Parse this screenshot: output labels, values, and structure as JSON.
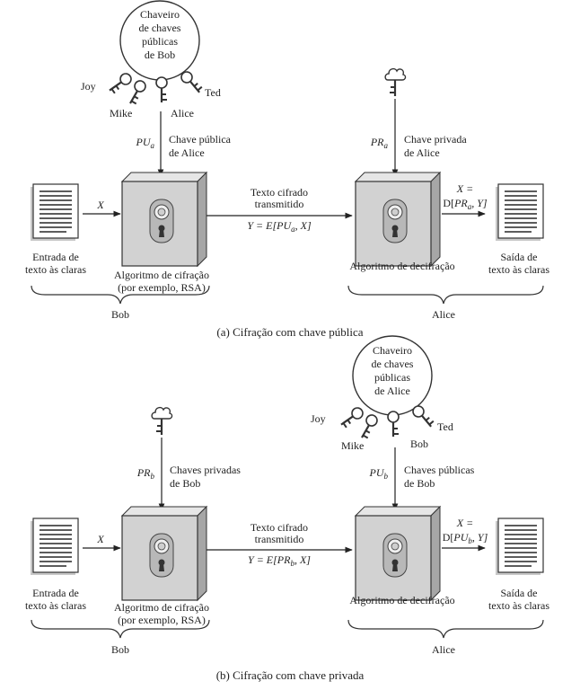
{
  "panel_a": {
    "keyring": {
      "line1": "Chaveiro",
      "line2": "de chaves",
      "line3": "públicas",
      "line4": "de Bob"
    },
    "keyring_names": {
      "joy": "Joy",
      "mike": "Mike",
      "alice": "Alice",
      "ted": "Ted"
    },
    "sender_key": {
      "sym": "PU",
      "sub": "a",
      "label1": "Chave pública",
      "label2": "de Alice"
    },
    "receiver_key": {
      "sym": "PR",
      "sub": "a",
      "label1": "Chave privada",
      "label2": "de Alice"
    },
    "input_x": "X",
    "input_label1": "Entrada de",
    "input_label2": "texto às claras",
    "enc_label1": "Algoritmo de cifração",
    "enc_label2": "(por exemplo, RSA)",
    "transmit1": "Texto cifrado",
    "transmit2": "transmitido",
    "y_prefix": "Y = E[",
    "y_key": "PU",
    "y_sub": "a",
    "y_suffix": ", X]",
    "x_eq": "X =",
    "d_prefix": "D[",
    "d_key": "PR",
    "d_sub": "a",
    "d_suffix": ", Y]",
    "dec_label": "Algoritmo de decifração",
    "output_label1": "Saída de",
    "output_label2": "texto às claras",
    "brace_left": "Bob",
    "brace_right": "Alice",
    "caption": "(a) Cifração com chave pública"
  },
  "panel_b": {
    "keyring": {
      "line1": "Chaveiro",
      "line2": "de chaves",
      "line3": "públicas",
      "line4": "de Alice"
    },
    "keyring_names": {
      "joy": "Joy",
      "mike": "Mike",
      "bob": "Bob",
      "ted": "Ted"
    },
    "sender_key": {
      "sym": "PR",
      "sub": "b",
      "label1": "Chaves privadas",
      "label2": "de Bob"
    },
    "receiver_key": {
      "sym": "PU",
      "sub": "b",
      "label1": "Chaves públicas",
      "label2": "de Bob"
    },
    "input_x": "X",
    "input_label1": "Entrada de",
    "input_label2": "texto às claras",
    "enc_label1": "Algoritmo de cifração",
    "enc_label2": "(por exemplo, RSA)",
    "transmit1": "Texto cifrado",
    "transmit2": "transmitido",
    "y_prefix": "Y = E[",
    "y_key": "PR",
    "y_sub": "b",
    "y_suffix": ", X]",
    "x_eq": "X =",
    "d_prefix": "D[",
    "d_key": "PU",
    "d_sub": "b",
    "d_suffix": ", Y]",
    "dec_label": "Algoritmo de decifração",
    "output_label1": "Saída de",
    "output_label2": "texto às claras",
    "brace_left": "Bob",
    "brace_right": "Alice",
    "caption": "(b) Cifração com chave privada"
  },
  "colors": {
    "box_face": "#d4d4d4",
    "box_side": "#a9a9a9",
    "box_top": "#e8e8e8",
    "ink": "#222222"
  }
}
